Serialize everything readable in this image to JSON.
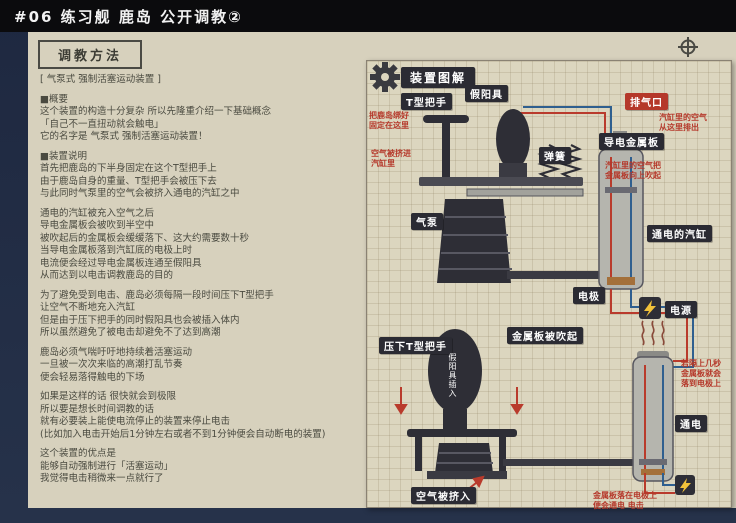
{
  "titlebar": {
    "title": "#06 练习舰 鹿岛 公开调教②"
  },
  "method": {
    "heading": "调教方法",
    "paragraphs": [
      "[ 气泵式 强制活塞运动装置 ]",
      "■概要\n这个装置的构造十分复杂 所以先隆重介绍一下基础概念\n「自己不一直扭动就会触电」\n它的名字是 气泵式 强制活塞运动装置！",
      "■装置说明\n首先把鹿岛的下半身固定在这个T型把手上\n由于鹿岛自身的重量、T型把手会被压下去\n与此同时气泵里的空气会被挤入通电的汽缸之中",
      "通电的汽缸被充入空气之后\n导电金属板会被吹到半空中\n被吹起后的金属板会缓缓落下、这大约需要数十秒\n当导电金属板落到汽缸底的电极上时\n电流便会经过导电金属板连通至假阳具\n从而达到以电击调教鹿岛的目的",
      "为了避免受到电击、鹿岛必须每隔一段时间压下T型把手\n让空气不断地充入汽缸\n但是由于压下把手的同时假阳具也会被插入体内\n所以虽然避免了被电击却避免不了达到高潮",
      "鹿岛必须气喘吁吁地持续着活塞运动\n一旦被一次次来临的高潮打乱节奏\n便会轻易落得触电的下场",
      "如果是这样的话 很快就会到极限\n所以要是想长时间调教的话\n就有必要装上能使电流停止的装置来停止电击\n(比如加入电击开始后1分钟左右或者不到1分钟便会自动断电的装置)",
      "这个装置的优点是\n能够自动强制进行「活塞运动」\n我觉得电击稍微来一点就行了"
    ]
  },
  "diagram": {
    "title": "装置图解",
    "labels": {
      "t_handle": "T型把手",
      "dildo": "假阳具",
      "exhaust_port": "排气口",
      "spring": "弹簧",
      "conductive_plate": "导电金属板",
      "air_pump": "气泵",
      "energized_cylinder": "通电的汽缸",
      "electrode": "电极",
      "power_source": "电源",
      "press_handle": "压下T型把手",
      "plate_blown_up": "金属板被吹起",
      "energized": "通电",
      "air_squeezed_in": "空气被挤入",
      "dildo_inserted": "假阳具插入"
    },
    "notes": {
      "fix_here": "把鹿岛绑好\n固定在这里",
      "air_pushed": "空气被挤进\n汽缸里",
      "exhaust_note": "汽缸里的空气\n从这里排出",
      "plate_note": "汽缸里的空气把\n金属板向上吹起",
      "fall_note": "若隔上几秒\n金属板就会\n落到电极上",
      "shock_note": "金属板落在电极上\n便会通电 电击"
    }
  },
  "icons": {
    "gear": "⚙",
    "crosshair": "✛",
    "lightning": "⚡"
  },
  "colors": {
    "tag_bg": "#2b2b33",
    "tag_red": "#b5382a",
    "wire_red": "#b93b2c",
    "wire_blue": "#2f5f8f",
    "paper": "#dcd6bf",
    "board": "#d7d1bd",
    "titlebar_bg": "#0b0b0d",
    "backdrop": "#1e2840",
    "bolt": "#f2c23a"
  }
}
